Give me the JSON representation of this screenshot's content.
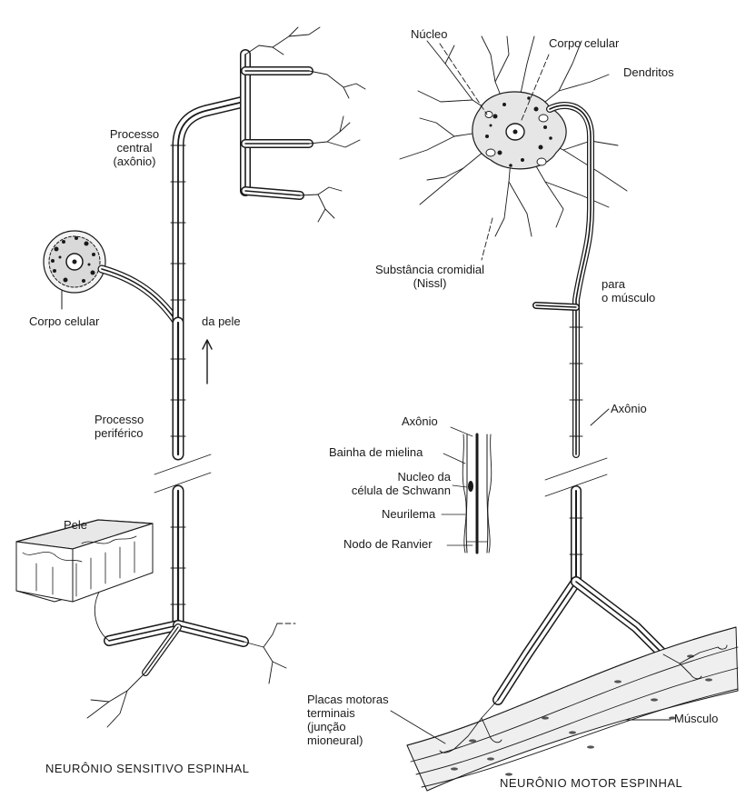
{
  "sensory_neuron": {
    "caption": "NEURÔNIO SENSITIVO ESPINHAL",
    "labels": {
      "central_process_1": "Processo",
      "central_process_2": "central",
      "central_process_3": "(axônio)",
      "cell_body": "Corpo celular",
      "from_skin": "da pele",
      "peripheral_process_1": "Processo",
      "peripheral_process_2": "periférico",
      "skin": "Pele"
    }
  },
  "motor_neuron": {
    "caption": "NEURÔNIO MOTOR ESPINHAL",
    "labels": {
      "nucleus": "Núcleo",
      "cell_body": "Corpo celular",
      "dendrites": "Dendritos",
      "nissl_1": "Substância cromidial",
      "nissl_2": "(Nissl)",
      "to_muscle_1": "para",
      "to_muscle_2": "o músculo",
      "axon": "Axônio",
      "muscle": "Músculo",
      "endplates_1": "Placas motoras",
      "endplates_2": "terminais",
      "endplates_3": "(junção",
      "endplates_4": "mioneural)"
    }
  },
  "detail": {
    "labels": {
      "axon": "Axônio",
      "myelin": "Bainha de mielina",
      "schwann_1": "Nucleo da",
      "schwann_2": "célula de Schwann",
      "neurilemma": "Neurilema",
      "ranvier": "Nodo de Ranvier"
    }
  },
  "colors": {
    "ink": "#1a1a1a",
    "background": "#ffffff"
  }
}
